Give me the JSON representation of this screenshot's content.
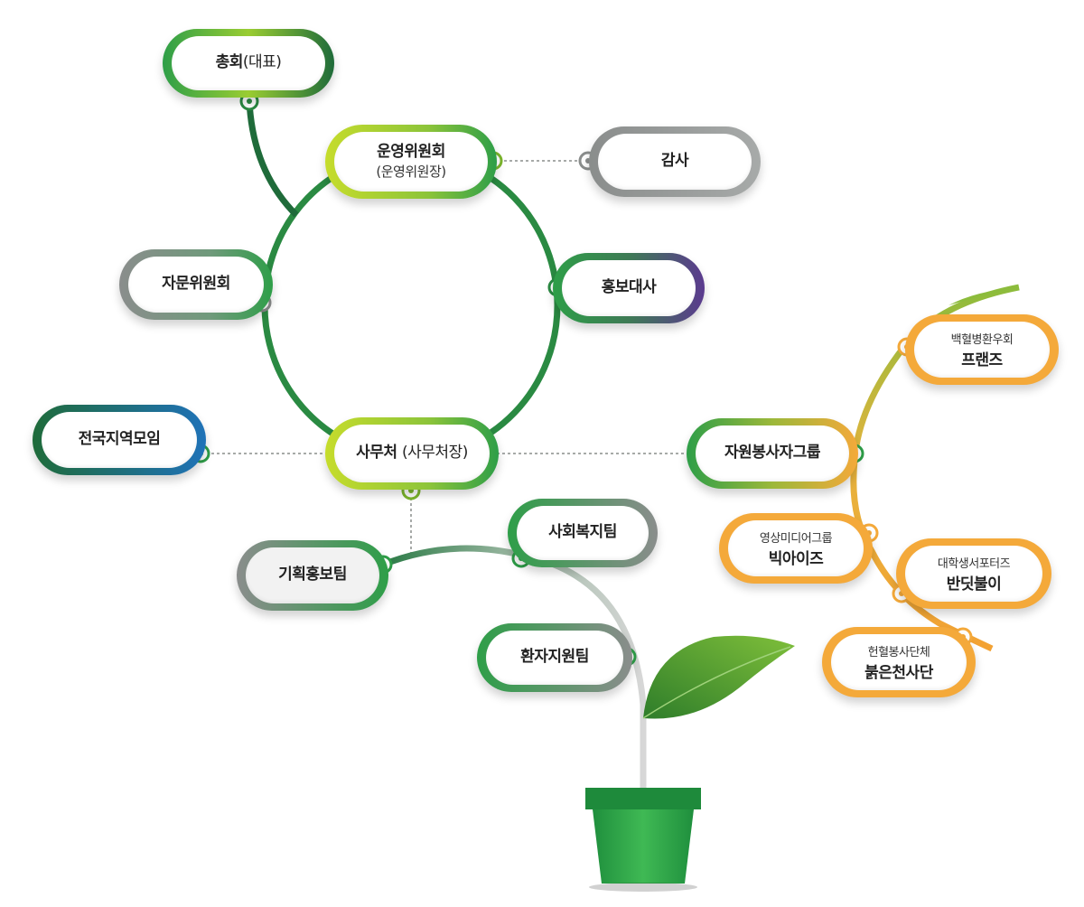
{
  "nodes": {
    "general_assembly": {
      "main": "총회",
      "paren": "(대표)"
    },
    "steering": {
      "main": "운영위원회",
      "sub": "(운영위원장)"
    },
    "audit": {
      "main": "감사"
    },
    "advisory": {
      "main": "자문위원회"
    },
    "ambassador": {
      "main": "홍보대사"
    },
    "regional": {
      "main": "전국지역모임"
    },
    "secretariat": {
      "main": "사무처",
      "sub": "(사무처장)"
    },
    "volunteer": {
      "main": "자원봉사자그룹"
    },
    "planning": {
      "main": "기획홍보팀"
    },
    "welfare": {
      "main": "사회복지팀"
    },
    "patient": {
      "main": "환자지원팀"
    },
    "friends": {
      "small": "백혈병환우회",
      "big": "프랜즈"
    },
    "bigeyes": {
      "small": "영상미디어그룹",
      "big": "빅아이즈"
    },
    "firefly": {
      "small": "대학생서포터즈",
      "big": "반딧불이"
    },
    "redangel": {
      "small": "헌혈봉사단체",
      "big": "붉은천사단"
    }
  },
  "colors": {
    "green_dark": "#1f6b3a",
    "green": "#2e9e48",
    "lime": "#c6dc2c",
    "gray": "#8a8d8c",
    "purple": "#5b3a8f",
    "blue": "#1f72b8",
    "orange": "#f4a93a"
  }
}
